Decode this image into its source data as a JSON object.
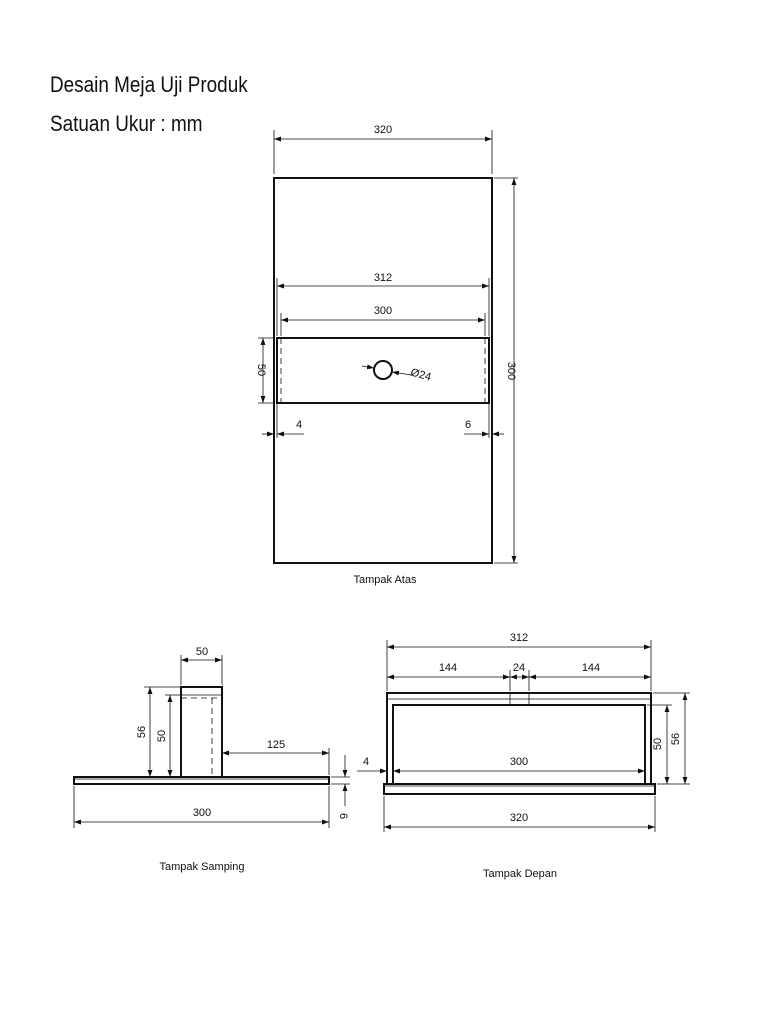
{
  "title": {
    "line1": "Desain Meja Uji Produk",
    "line2": "Satuan Ukur : mm"
  },
  "views": {
    "top": {
      "caption": "Tampak Atas",
      "dims": {
        "width_outer": "320",
        "width_312": "312",
        "width_300": "300",
        "slot_height": "50",
        "height_300": "300",
        "hole_diameter": "Ø24",
        "left_gap": "4",
        "right_gap": "6"
      }
    },
    "side": {
      "caption": "Tampak Samping",
      "dims": {
        "post_width": "50",
        "height_56": "56",
        "height_50": "50",
        "offset_125": "125",
        "base_width": "300",
        "base_thickness": "6"
      }
    },
    "front": {
      "caption": "Tampak Depan",
      "dims": {
        "width_312": "312",
        "left_144": "144",
        "hole_24": "24",
        "right_144": "144",
        "height_50": "50",
        "height_56": "56",
        "gap_4": "4",
        "inner_300": "300",
        "base_320": "320"
      }
    }
  }
}
